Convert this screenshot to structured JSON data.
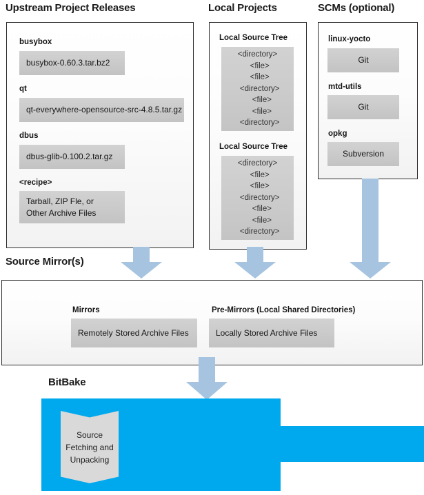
{
  "colors": {
    "arrow": "#a6c4e0",
    "bitbake": "#00a9ed",
    "gray_block": "#cacaca",
    "panel_border": "#2b2b2b",
    "chevron": "#d9d9d9"
  },
  "sections": {
    "upstream": {
      "title": "Upstream Project Releases",
      "items": [
        {
          "name": "busybox",
          "value": "busybox-0.60.3.tar.bz2"
        },
        {
          "name": "qt",
          "value": "qt-everywhere-opensource-src-4.8.5.tar.gz"
        },
        {
          "name": "dbus",
          "value": "dbus-glib-0.100.2.tar.gz"
        },
        {
          "name": "<recipe>",
          "value": "Tarball, ZIP Fle, or\nOther Archive Files"
        }
      ]
    },
    "local_projects": {
      "title": "Local Projects",
      "trees": [
        {
          "label": "Local Source Tree",
          "lines": [
            "<directory>",
            "  <file>",
            "  <file>",
            "  <directory>",
            "    <file>",
            "    <file>",
            "  <directory>"
          ]
        },
        {
          "label": "Local Source Tree",
          "lines": [
            "<directory>",
            "  <file>",
            "  <file>",
            "  <directory>",
            "    <file>",
            "    <file>",
            "  <directory>"
          ]
        }
      ]
    },
    "scms": {
      "title": "SCMs (optional)",
      "items": [
        {
          "name": "linux-yocto",
          "value": "Git"
        },
        {
          "name": "mtd-utils",
          "value": "Git"
        },
        {
          "name": "opkg",
          "value": "Subversion"
        }
      ]
    },
    "source_mirrors": {
      "title": "Source Mirror(s)",
      "items": [
        {
          "name": "Mirrors",
          "value": "Remotely Stored Archive Files"
        },
        {
          "name": "Pre-Mirrors (Local Shared Directories)",
          "value": "Locally Stored Archive Files"
        }
      ]
    },
    "bitbake": {
      "title": "BitBake",
      "task": "Source\nFetching and\nUnpacking"
    }
  }
}
